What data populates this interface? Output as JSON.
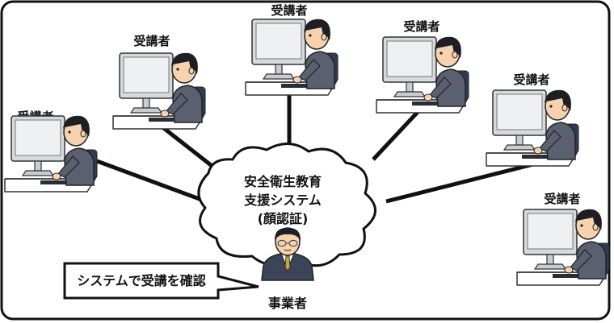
{
  "trainee_label": "受講者",
  "system": {
    "line1": "安全衛生教育",
    "line2": "支援システム",
    "line3": "(顔認証)"
  },
  "employer_label": "事業者",
  "speech": "システムで受講を確認",
  "icons": {
    "trainee": "person-at-computer-icon",
    "employer": "businessman-in-suit-icon",
    "system": "cloud-icon"
  },
  "colors": {
    "border": "#111111",
    "cloud_fill": "#ffffff",
    "monitor": "#e4e6e8",
    "hair": "#1d1f24",
    "skin": "#f6d3ae",
    "suit": "#3c4558",
    "tie": "#c8a33a"
  }
}
